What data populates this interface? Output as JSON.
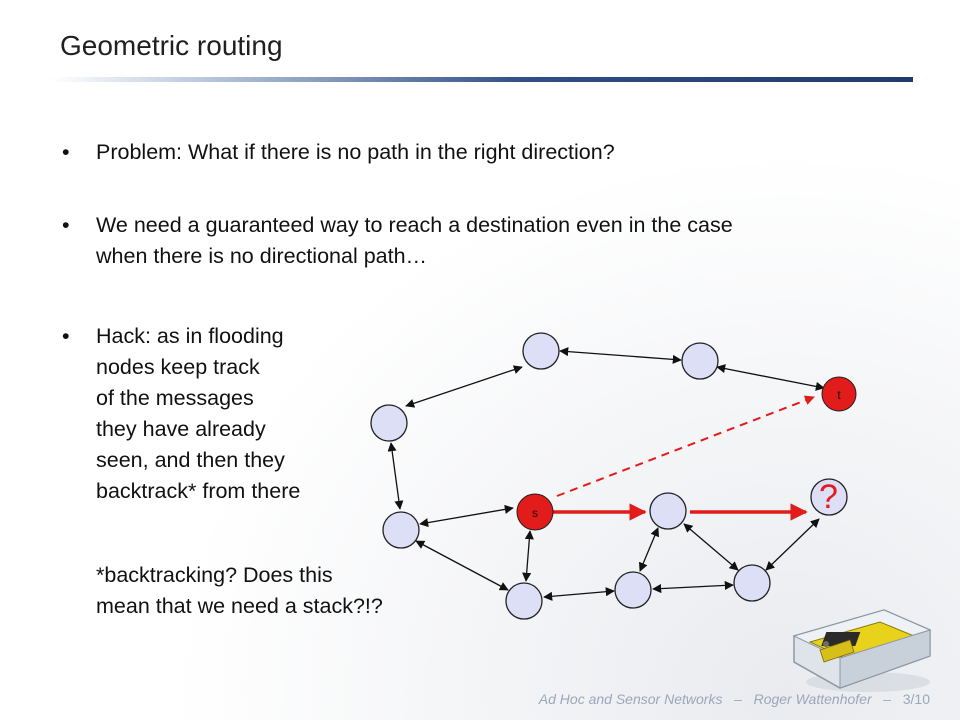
{
  "slide": {
    "title": "Geometric routing",
    "bullets": [
      {
        "lines": [
          "Problem: What if there is no path in the right direction?"
        ]
      },
      {
        "lines": [
          "We need a guaranteed way to reach a destination even in the case",
          "when there is no directional path…"
        ]
      },
      {
        "lines": [
          "Hack: as in flooding",
          "nodes keep track",
          "of the messages",
          "they have already",
          "seen, and then they",
          "backtrack* from there"
        ]
      }
    ],
    "bullet_symbol": "•",
    "note_lines": [
      "*backtracking? Does this",
      "mean that we need a stack?!?"
    ],
    "footer": {
      "course": "Ad Hoc and Sensor Networks",
      "separator": "–",
      "author": "Roger Wattenhofer",
      "page": "3/10"
    }
  },
  "diagram": {
    "source_label": "s",
    "target_label": "t",
    "question_mark": "?",
    "colors": {
      "node_fill": "#dcdff6",
      "node_stroke": "#222222",
      "highlight": "#e21b1b",
      "edge": "#111111"
    }
  }
}
